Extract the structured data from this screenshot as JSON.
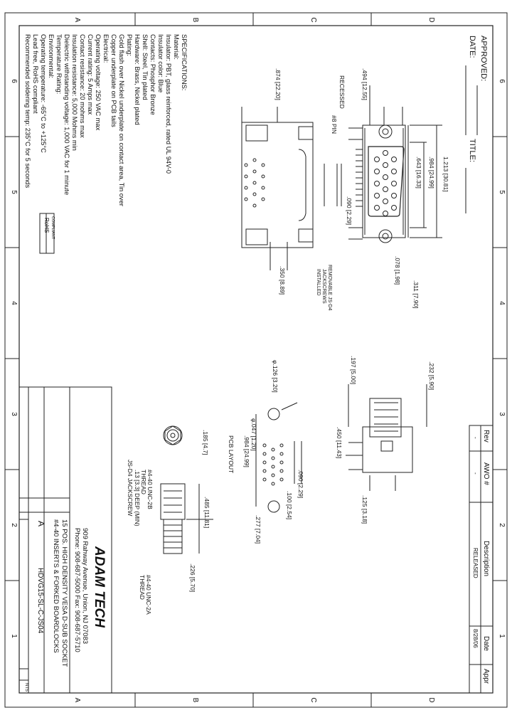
{
  "border": {
    "top_letters": [
      "A",
      "B",
      "C",
      "D"
    ],
    "bottom_letters": [
      "A",
      "B",
      "C",
      "D"
    ],
    "left_numbers": [
      "6",
      "5",
      "4",
      "3",
      "2",
      "1"
    ],
    "right_numbers": [
      "6",
      "5",
      "4",
      "3",
      "2",
      "1"
    ]
  },
  "approval": {
    "approved": "APPROVED:",
    "date": "DATE:",
    "title": "TITLE:"
  },
  "specifications": {
    "heading": "SPECIFICATIONS:",
    "material_heading": "Material:",
    "material_lines": [
      "Insulator: PBT, glass reinforced, rated UL 94V-0",
      "Insulator color: Blue",
      "Contacts: Phosphor Bronze",
      "Shell: Steel, Tin plated",
      "Hardware: Brass, Nickel plated"
    ],
    "plating_heading": "Plating:",
    "plating_lines": [
      "Gold flash over Nickel underplate on contact area, Tin over",
      "Copper underplate on PCB tails"
    ],
    "electrical_heading": "Electrical:",
    "electrical_lines": [
      "Operating voltage: 250 VAC max",
      "Current rating: 5 Amps max",
      "Contact resistance: 20 mohms max",
      "Insulation resistance: 5,000 Mohms min",
      "Dielectric withstanding voltage: 1,000 VAC for 1 minute"
    ],
    "temperature_heading": "Temperature Rating:",
    "environmental_heading": "Environmental:",
    "environmental_lines": [
      "Operating temperature: -65°C to +125°C",
      "Lead free, RoHS compliant",
      "Recommended soldering temp: 235°C for 5 seconds"
    ],
    "rohs_badge_top": "RoHS",
    "rohs_badge_bottom": "COMPLIANT"
  },
  "front_view": {
    "dim_494": ".494 [12.55]",
    "dim_874": ".874 [22.20]",
    "recessed_label": "RECESSED",
    "pin_label": "#8 PIN",
    "dim_1213": "1.213 [30.81]",
    "dim_984": ".984 [24.99]",
    "dim_643": ".643 [16.33]",
    "dim_090": ".090 [2.29]",
    "dim_078": ".078 [1.98]",
    "dim_311": ".311 [7.90]",
    "dim_350": ".350 [8.89]",
    "removable_lines": [
      "REMOVABLE JS-D4",
      "JACKSCREWS",
      "INSTALLED"
    ]
  },
  "side_view": {
    "dim_232": ".232 [5.90]",
    "dim_197": ".197 [5.00]",
    "dim_450": ".450 [11.43]",
    "dim_125": ".125 [3.18]"
  },
  "pcb_layout": {
    "dim_126": "φ.126 [3.20]",
    "dim_047": "φ.047 [1.20]",
    "dim_984": ".984 [24.99]",
    "dim_090": ".090 [2.29]",
    "dim_100": ".100 [2.54]",
    "dim_277": ".277 [7.04]",
    "label": "PCB LAYOUT"
  },
  "jackscrew": {
    "dim_185": ".185 [4.7]",
    "thread_top": "#4-40 UNC-2B",
    "thread_top_sub": "THREAD",
    "depth": ".13 [3.3] DEEP (MIN)",
    "dim_485": ".485 [11.81]",
    "dim_226": ".226 [5.70]",
    "thread_bottom": "#4-40 UNC-2A",
    "thread_bottom_sub": "THREAD",
    "label": "JS-D4 JACKSCREW"
  },
  "revision_table": {
    "headers": [
      "Rev",
      "AWO #",
      "Description",
      "Date",
      "Appr"
    ],
    "rows": [
      [
        "-",
        "-",
        "RELEASED",
        "8/28/06",
        ""
      ]
    ]
  },
  "title_block": {
    "company": "ADAM TECH",
    "address": "909 Rahway Avenue, Union, NJ 07083",
    "phone": "Phone: 908-687-5000 Fax: 908-687-5710",
    "title_line1": "15 POS. HIGH DENSITY VESA D-SUB SOCKET",
    "title_line2": "#4-40 INSERTS & FORKED BOARDLOCKS",
    "part_number": "HDVG15-SL-C-JS04",
    "sheet_label": "NTS",
    "size_label": "A"
  }
}
